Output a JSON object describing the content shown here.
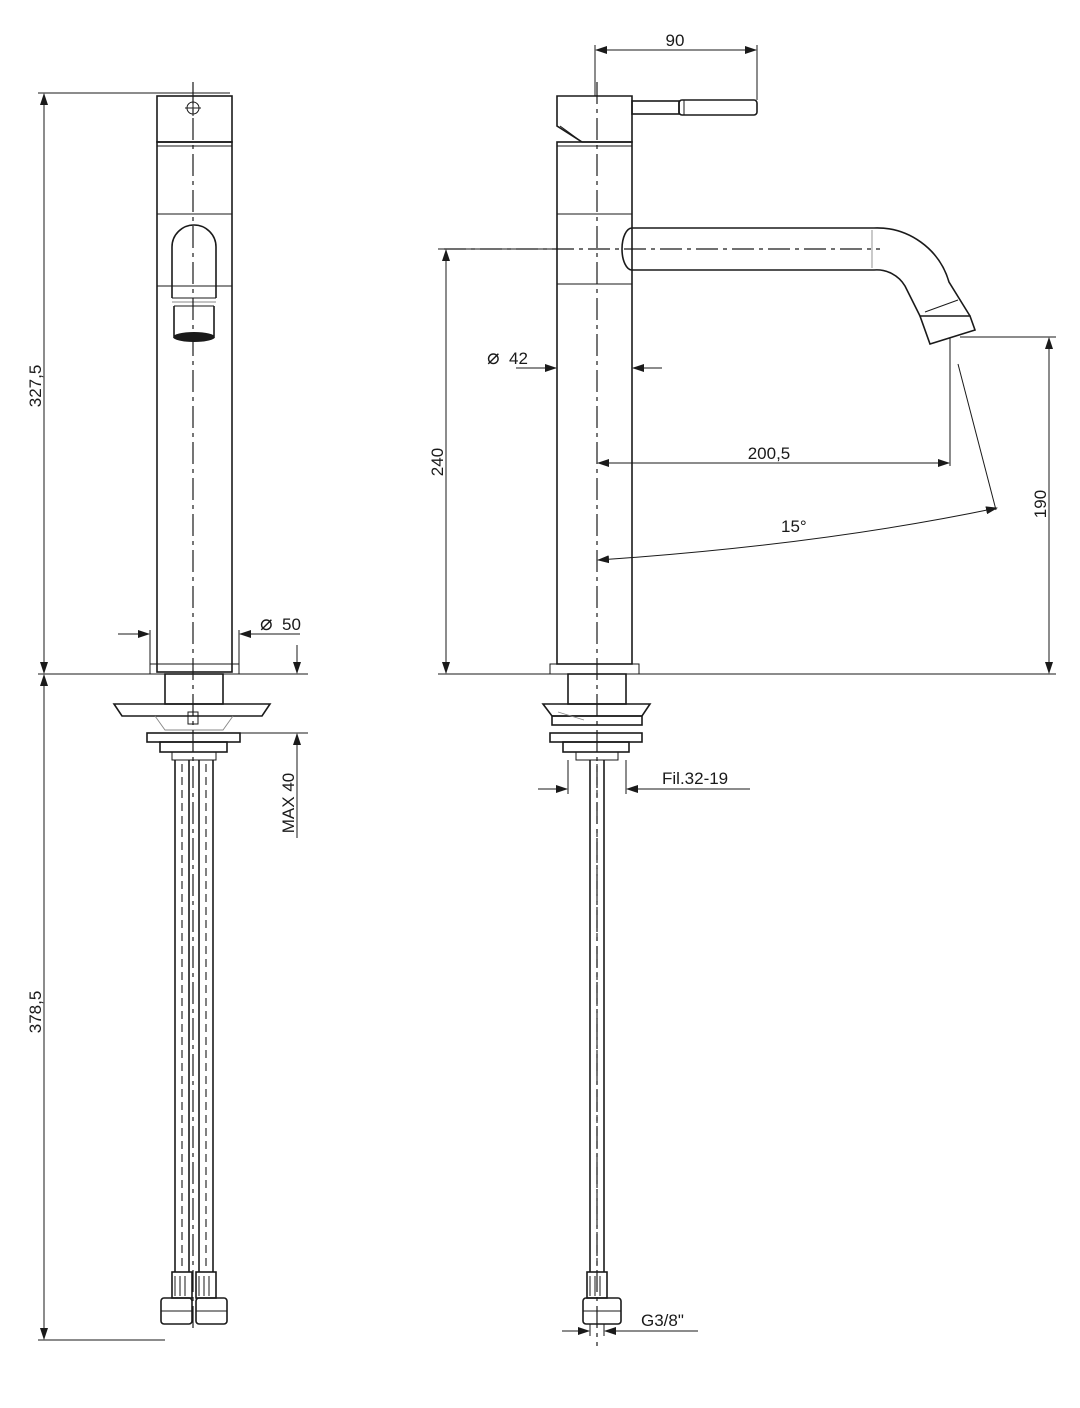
{
  "dimensions": {
    "overall_height": "327,5",
    "hose_length": "378,5",
    "base_diameter_symbol": "⌀",
    "base_diameter": "50",
    "max_deck": "MAX 40",
    "handle_length": "90",
    "body_diameter_symbol": "⌀",
    "body_diameter": "42",
    "spout_height": "240",
    "spout_reach": "200,5",
    "swivel_angle": "15°",
    "outlet_height": "190",
    "thread_shank": "Fil.32-19",
    "hose_connection": "G3/8\""
  },
  "colors": {
    "line": "#1a1a1a",
    "background": "#ffffff"
  }
}
